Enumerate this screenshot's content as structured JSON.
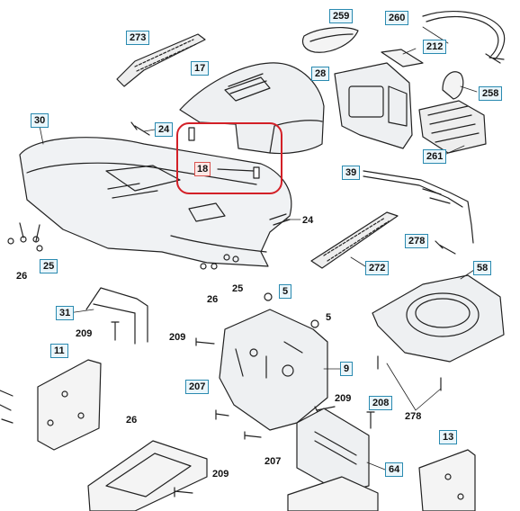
{
  "diagram": {
    "highlight_color": "#d32027",
    "label_border_color": "#2a8ab0",
    "labels": {
      "l273": "273",
      "l259": "259",
      "l260": "260",
      "l212": "212",
      "l17": "17",
      "l28": "28",
      "l258": "258",
      "l30": "30",
      "l24a": "24",
      "l18": "18",
      "l261": "261",
      "l39": "39",
      "l24b": "24",
      "l26a": "26",
      "l25a": "25",
      "l278a": "278",
      "l272": "272",
      "l58": "58",
      "l26b": "26",
      "l25b": "25",
      "l5a": "5",
      "l31": "31",
      "l209a": "209",
      "l209b": "209",
      "l5b": "5",
      "l11": "11",
      "l9": "9",
      "l207a": "207",
      "l209c": "209",
      "l208": "208",
      "l278b": "278",
      "l26c": "26",
      "l207b": "207",
      "l13": "13",
      "l209d": "209",
      "l64": "64"
    }
  }
}
